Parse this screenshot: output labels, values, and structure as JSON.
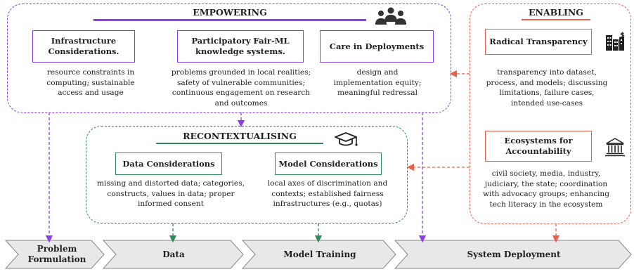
{
  "empowering": {
    "title": "EMPOWERING",
    "icon": "people-group-icon",
    "accent": "#8b3fe8",
    "boxes": [
      {
        "label": "Infrastructure Considerations.",
        "desc": "resource constraints in computing; sustainable access and usage"
      },
      {
        "label": "Participatory Fair-ML knowledge systems.",
        "desc": "problems grounded in local realities; safety of vulnerable communities; continuous engagement on research and outcomes"
      },
      {
        "label": "Care in Deployments",
        "desc": "design and implementation equity; meaningful redressal"
      }
    ]
  },
  "recontextualising": {
    "title": "RECONTEXTUALISING",
    "icon": "graduation-cap-icon",
    "accent": "#2e8b57",
    "boxes": [
      {
        "label": "Data Considerations",
        "desc": "missing and distorted data; categories, constructs, values in data; proper informed consent"
      },
      {
        "label": "Model Considerations",
        "desc": "local axes of discrimination and contexts; established fairness infrastructures (e.g., quotas)"
      }
    ]
  },
  "enabling": {
    "title": "ENABLING",
    "accent": "#e8604c",
    "boxes": [
      {
        "label": "Radical Transparency",
        "icon": "city-finance-icon",
        "desc": "transparency into dataset, process, and models; discussing limitations, failure cases, intended use-cases"
      },
      {
        "label": "Ecosystems for Accountability",
        "icon": "government-building-icon",
        "desc": "civil society, media, industry, judiciary, the state; coordination with advocacy groups; enhancing tech literacy in the ecosystem"
      }
    ]
  },
  "pipeline": {
    "stages": [
      "Problem Formulation",
      "Data",
      "Model Training",
      "System Deployment"
    ],
    "fill": "#e8e8e8",
    "stroke": "#888888"
  }
}
